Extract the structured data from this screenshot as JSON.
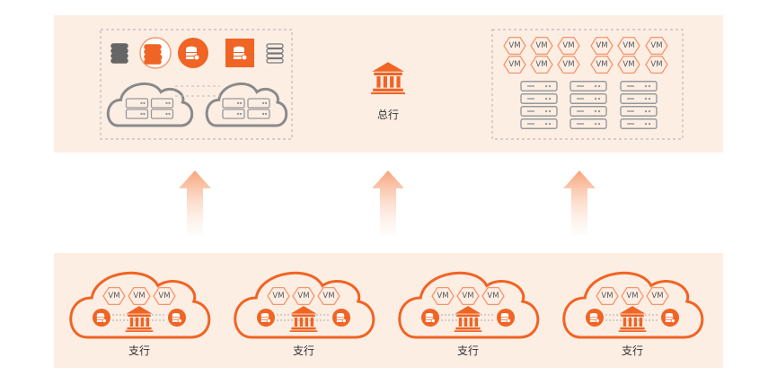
{
  "headquarters": {
    "label": "总行",
    "vm_label": "VM"
  },
  "branches": [
    {
      "label": "支行"
    },
    {
      "label": "支行"
    },
    {
      "label": "支行"
    },
    {
      "label": "支行"
    }
  ],
  "colors": {
    "accent": "#f06424",
    "panel": "#fdeee4",
    "gray": "#8a8a8a"
  }
}
